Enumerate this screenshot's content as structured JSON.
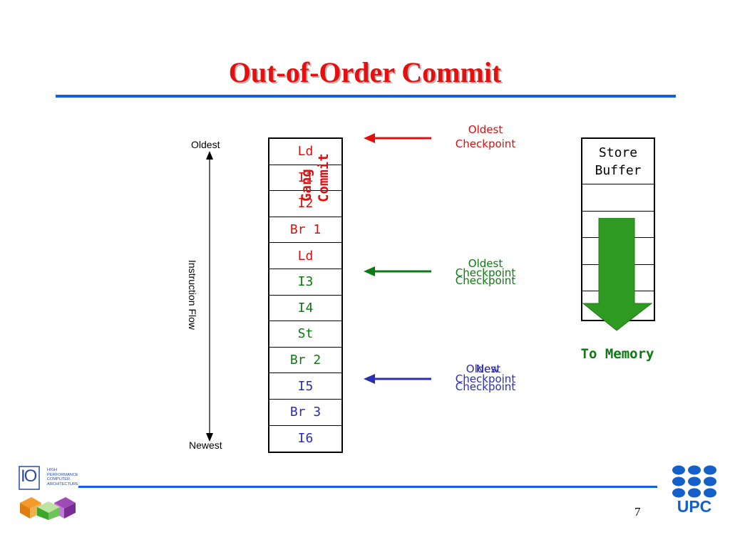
{
  "slide": {
    "title": "Out-of-Order Commit",
    "page_number": "7"
  },
  "axis": {
    "top_label": "Oldest",
    "bottom_label": "Newest",
    "side_label": "Instruction Flow"
  },
  "instructions": [
    {
      "label": "Ld",
      "color": "#d81010"
    },
    {
      "label": "I1",
      "color": "#d81010"
    },
    {
      "label": "I2",
      "color": "#d81010"
    },
    {
      "label": "Br 1",
      "color": "#d81010"
    },
    {
      "label": "Ld",
      "color": "#d81010"
    },
    {
      "label": "I3",
      "color": "#0b7a12"
    },
    {
      "label": "I4",
      "color": "#0b7a12"
    },
    {
      "label": "St",
      "color": "#0b7a12"
    },
    {
      "label": "Br 2",
      "color": "#0b7a12"
    },
    {
      "label": "I5",
      "color": "#2b2eb0"
    },
    {
      "label": "Br 3",
      "color": "#2b2eb0"
    },
    {
      "label": "I6",
      "color": "#2b2eb0"
    }
  ],
  "gang_commit": "Gang Commit",
  "checkpoints": {
    "red": {
      "line1": "Oldest",
      "line2": "Checkpoint",
      "color": "#d81010"
    },
    "green": {
      "line1": "Oldest",
      "line2": "Checkpoint",
      "ghost": "Checkpoint",
      "color": "#0b7a12"
    },
    "blue": {
      "line1a": "Oldest",
      "line1b": "New",
      "line2": "Checkpoint",
      "ghost": "Checkpoint",
      "color": "#2b2eb0"
    }
  },
  "store_buffer": {
    "title_line1": "Store",
    "title_line2": "Buffer"
  },
  "to_memory": "To Memory",
  "logos": {
    "left_text": [
      "HIGH",
      "PERFORMANCE",
      "COMPUTER",
      "ARCHITECTURE"
    ],
    "left_mark": "IO",
    "right_text": "UPC"
  }
}
